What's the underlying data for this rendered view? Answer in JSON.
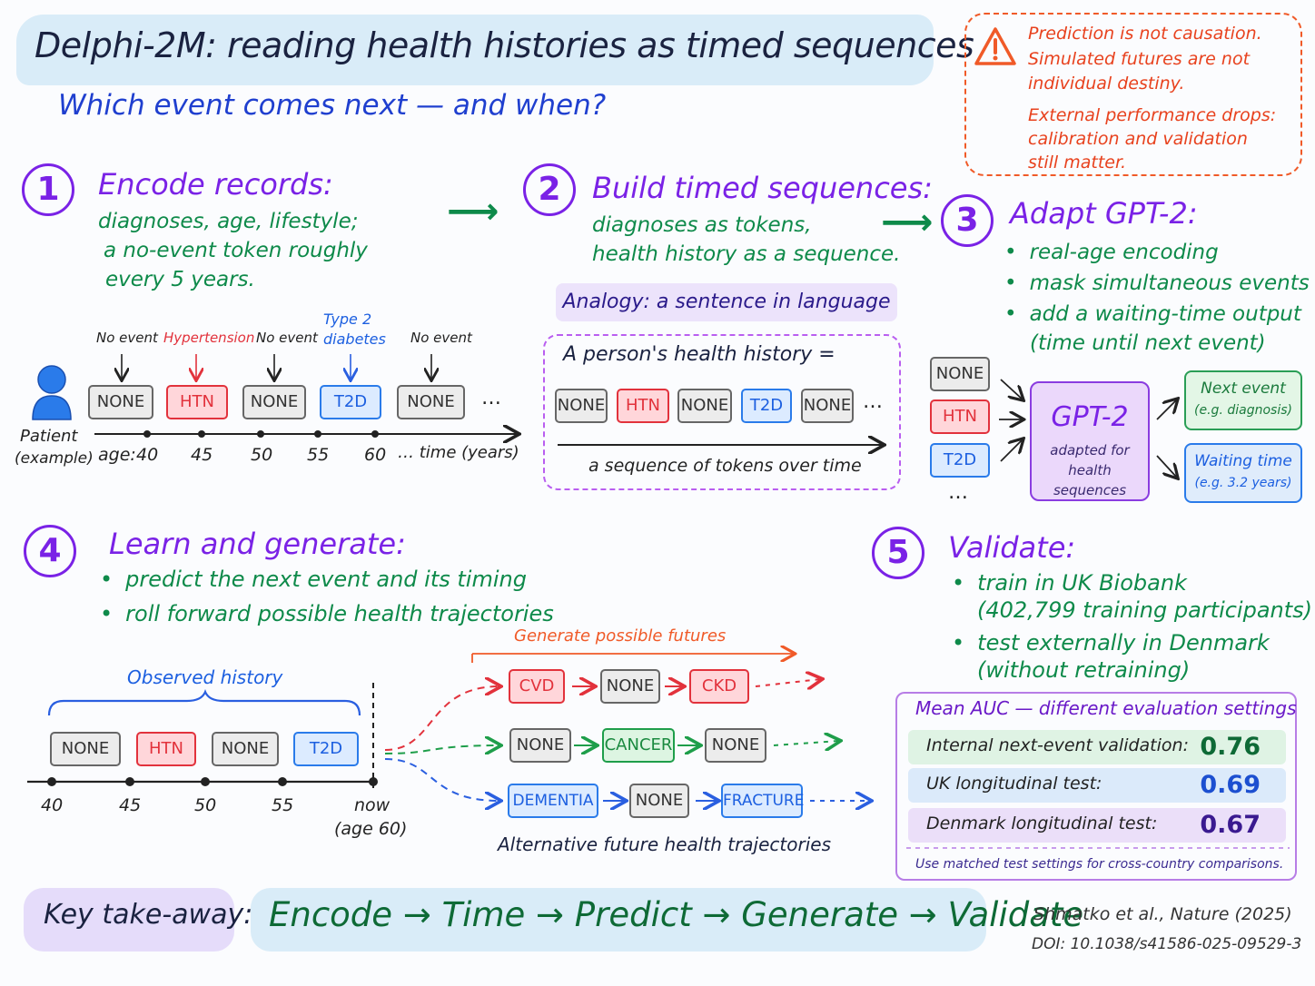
{
  "title": "Delphi-2M: reading health histories as timed sequences",
  "subtitle": "Which event comes next — and when?",
  "warning": {
    "line1": "Prediction is not causation.",
    "line2": "Simulated futures are not",
    "line3": "individual destiny.",
    "line4": "External performance drops:",
    "line5": "calibration and validation",
    "line6": "still matter."
  },
  "step1": {
    "num": "1",
    "title": "Encode records:",
    "line1": "diagnoses, age, lifestyle;",
    "line2": "a no-event token roughly",
    "line3": "every 5 years.",
    "patient_label1": "Patient",
    "patient_label2": "(example)",
    "event_labels": [
      "No event",
      "Hypertension",
      "No event",
      "Type 2",
      "diabetes",
      "No event"
    ],
    "tokens": [
      "NONE",
      "HTN",
      "NONE",
      "T2D",
      "NONE",
      "…"
    ],
    "age_prefix": "age:",
    "ages": [
      "40",
      "45",
      "50",
      "55",
      "60"
    ],
    "axis_tail": "…  time (years)"
  },
  "step2": {
    "num": "2",
    "title": "Build timed sequences:",
    "line1": "diagnoses as tokens,",
    "line2": "health history as a sequence.",
    "analogy": "Analogy: a sentence in language",
    "history_label": "A person's health history =",
    "tokens": [
      "NONE",
      "HTN",
      "NONE",
      "T2D",
      "NONE",
      "…"
    ],
    "axis_label": "a sequence of tokens over time"
  },
  "step3": {
    "num": "3",
    "title": "Adapt GPT-2:",
    "bullets": [
      "real-age encoding",
      "mask simultaneous events",
      "add a waiting-time output"
    ],
    "bullet_note": "(time until next event)",
    "input_tokens": [
      "NONE",
      "HTN",
      "T2D",
      "…"
    ],
    "model_name": "GPT-2",
    "model_sub1": "adapted for",
    "model_sub2": "health sequences",
    "out1_title": "Next event",
    "out1_sub": "(e.g. diagnosis)",
    "out2_title": "Waiting time",
    "out2_sub": "(e.g. 3.2 years)"
  },
  "step4": {
    "num": "4",
    "title": "Learn and generate:",
    "bullets": [
      "predict the next event and its timing",
      "roll forward possible health trajectories"
    ],
    "observed_label": "Observed history",
    "observed_tokens": [
      "NONE",
      "HTN",
      "NONE",
      "T2D"
    ],
    "ages": [
      "40",
      "45",
      "50",
      "55"
    ],
    "now1": "now",
    "now2": "(age 60)",
    "generate_label": "Generate possible futures",
    "futures": [
      [
        "CVD",
        "NONE",
        "CKD"
      ],
      [
        "NONE",
        "CANCER",
        "NONE"
      ],
      [
        "DEMENTIA",
        "NONE",
        "FRACTURE"
      ]
    ],
    "futures_caption": "Alternative future health trajectories"
  },
  "step5": {
    "num": "5",
    "title": "Validate:",
    "b1": "train in UK Biobank",
    "b1_sub": "(402,799 training participants)",
    "b2": "test externally in Denmark",
    "b2_sub": "(without retraining)",
    "auc_title": "Mean AUC — different evaluation settings",
    "auc_rows": [
      {
        "label": "Internal next-event validation:",
        "value": "0.76"
      },
      {
        "label": "UK longitudinal test:",
        "value": "0.69"
      },
      {
        "label": "Denmark longitudinal test:",
        "value": "0.67"
      }
    ],
    "auc_note": "Use matched test settings for cross-country comparisons."
  },
  "colors": {
    "purple": "#7a22e6",
    "green": "#0e8a4a",
    "red": "#e2323c",
    "blue": "#1c5fe0",
    "orange": "#f05a28"
  },
  "takeaway": {
    "label": "Key take-away:",
    "flow": "Encode → Time → Predict → Generate → Validate"
  },
  "citation": {
    "line1": "Shmatko et al., Nature (2025)",
    "line2": "DOI: 10.1038/s41586-025-09529-3"
  }
}
